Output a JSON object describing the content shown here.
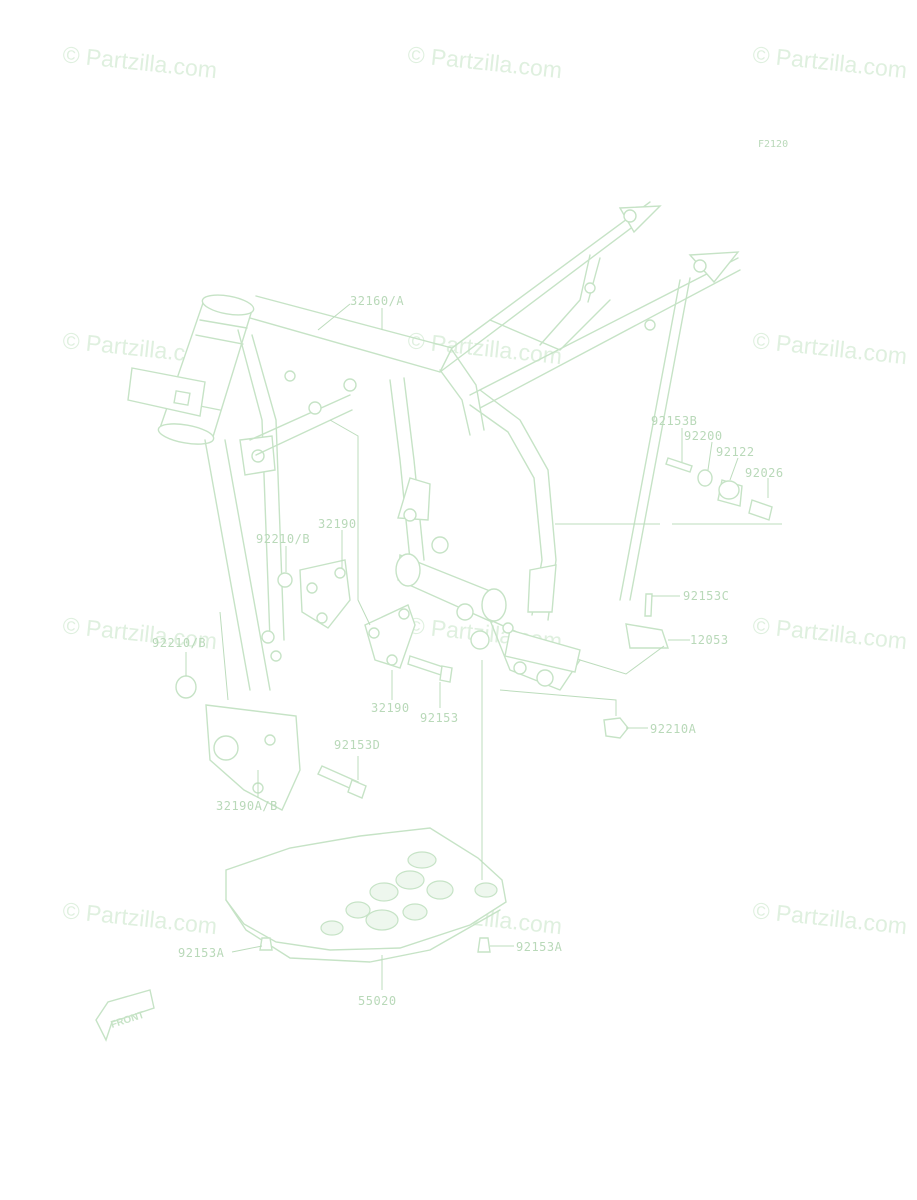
{
  "figure_code": "F2120",
  "watermark": "© Partzilla.com",
  "front_label": "FRONT",
  "callouts": {
    "c32160A": "32160/A",
    "c92153B": "92153B",
    "c92200": "92200",
    "c92122": "92122",
    "c92026": "92026",
    "c32190_top": "32190",
    "c92210B_top": "92210/B",
    "c92153C": "92153C",
    "c12053": "12053",
    "c92210B_left": "92210/B",
    "c32190_mid": "32190",
    "c92153": "92153",
    "c92210A": "92210A",
    "c92153D": "92153D",
    "c32190AB": "32190A/B",
    "c92153A_left": "92153A",
    "c92153A_right": "92153A",
    "c55020": "55020"
  },
  "colors": {
    "line": "#c6e3c6",
    "text": "#b9d9b9",
    "watermark": "#dff0df"
  }
}
